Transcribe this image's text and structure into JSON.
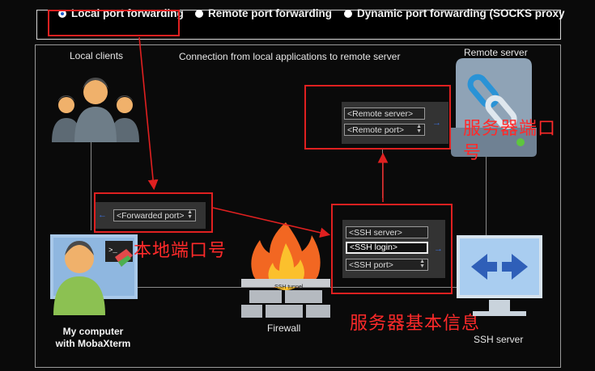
{
  "tabs": [
    {
      "label": "Local port forwarding",
      "selected": true
    },
    {
      "label": "Remote port forwarding",
      "selected": false
    },
    {
      "label": "Dynamic port forwarding (SOCKS proxy",
      "selected": false
    }
  ],
  "diagram": {
    "local_clients_label": "Local clients",
    "caption": "Connection from local applications to remote server",
    "remote_server_label": "Remote server",
    "my_computer_label": "My computer\nwith MobaXterm",
    "firewall_label": "Firewall",
    "ssh_tunnel_label": "SSH tunnel",
    "ssh_server_label": "SSH server"
  },
  "fields": {
    "forwarded_port": "<Forwarded port>",
    "remote_server": "<Remote server>",
    "remote_port": "<Remote port>",
    "ssh_server": "<SSH server>",
    "ssh_login": "<SSH login>",
    "ssh_port": "<SSH port>"
  },
  "annotations": {
    "local_port": "本地端口号",
    "server_port": "服务器端口\n号",
    "server_info": "服务器基本信息"
  },
  "colors": {
    "annotation_red": "#e02020",
    "selected_radio": "#1e5cc8",
    "arrow_blue": "#3b6fd8"
  }
}
